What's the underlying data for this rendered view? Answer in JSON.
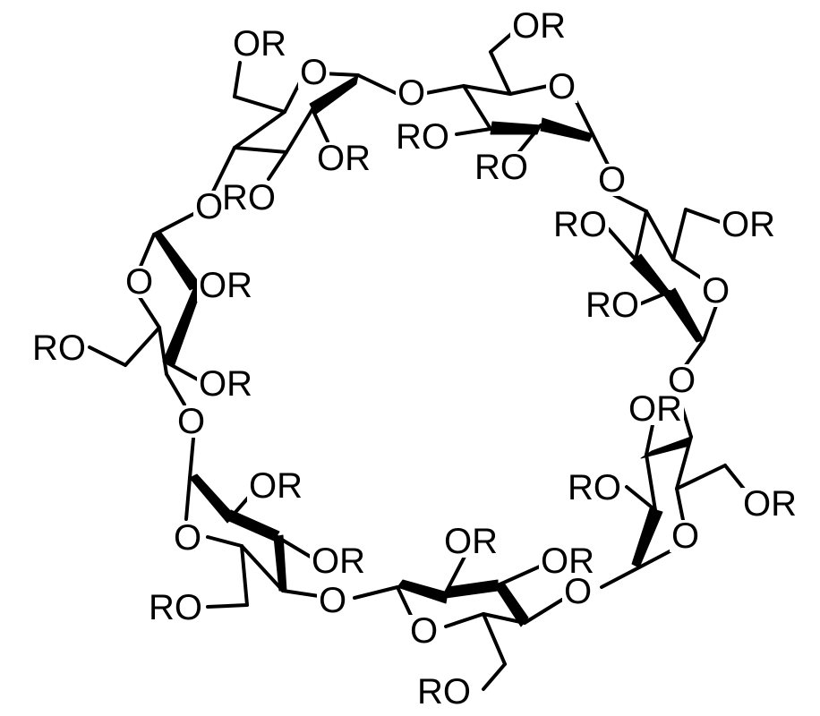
{
  "molecule": {
    "ring_oxygen_label": "O",
    "glycosidic_oxygen_label": "O",
    "substituent_label": "OR",
    "substituent_label_reversed": "RO"
  },
  "units": [
    {
      "id": "unit-1",
      "primary_label": "OR",
      "secondary_labels": [
        "OR",
        "RO"
      ]
    },
    {
      "id": "unit-2",
      "primary_label": "OR",
      "secondary_labels": [
        "RO",
        "RO"
      ]
    },
    {
      "id": "unit-3",
      "primary_label": "OR",
      "secondary_labels": [
        "RO",
        "RO"
      ]
    },
    {
      "id": "unit-4",
      "primary_label": "OR",
      "secondary_labels": [
        "OR",
        "RO"
      ]
    },
    {
      "id": "unit-5",
      "primary_label": "RO",
      "secondary_labels": [
        "OR",
        "OR"
      ]
    },
    {
      "id": "unit-6",
      "primary_label": "RO",
      "secondary_labels": [
        "OR",
        "OR"
      ]
    },
    {
      "id": "unit-7",
      "primary_label": "RO",
      "secondary_labels": [
        "OR",
        "OR"
      ]
    }
  ]
}
